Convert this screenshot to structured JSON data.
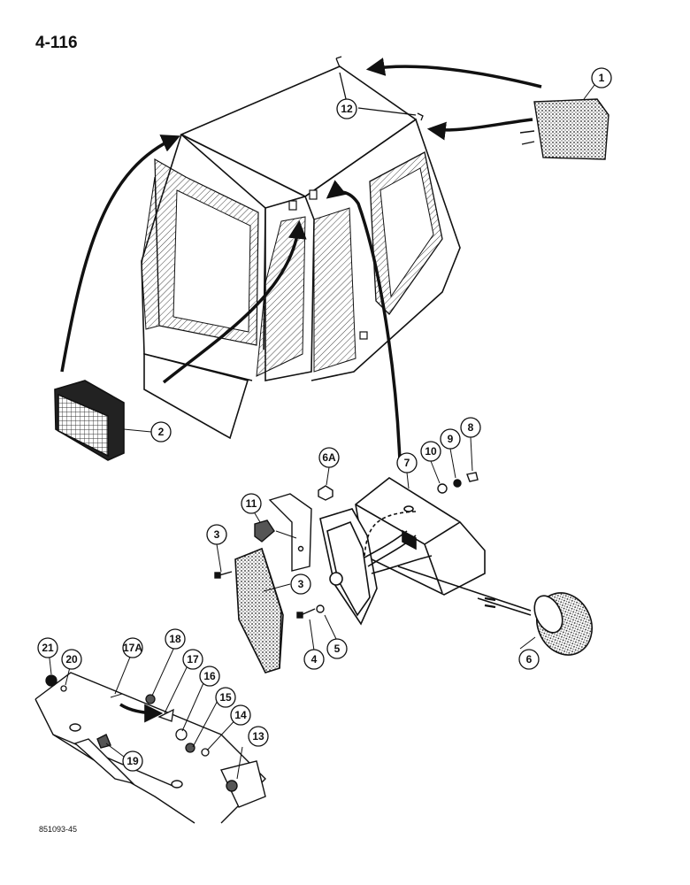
{
  "page": {
    "number": "4-116",
    "figure_code": "851093-45"
  },
  "callouts": [
    {
      "id": "callout-1",
      "label": "1"
    },
    {
      "id": "callout-2",
      "label": "2"
    },
    {
      "id": "callout-3a",
      "label": "3"
    },
    {
      "id": "callout-3b",
      "label": "3"
    },
    {
      "id": "callout-4",
      "label": "4"
    },
    {
      "id": "callout-5",
      "label": "5"
    },
    {
      "id": "callout-6",
      "label": "6"
    },
    {
      "id": "callout-6a",
      "label": "6A"
    },
    {
      "id": "callout-7",
      "label": "7"
    },
    {
      "id": "callout-8",
      "label": "8"
    },
    {
      "id": "callout-9",
      "label": "9"
    },
    {
      "id": "callout-10",
      "label": "10"
    },
    {
      "id": "callout-11",
      "label": "11"
    },
    {
      "id": "callout-12",
      "label": "12"
    },
    {
      "id": "callout-13",
      "label": "13"
    },
    {
      "id": "callout-14",
      "label": "14"
    },
    {
      "id": "callout-15",
      "label": "15"
    },
    {
      "id": "callout-16",
      "label": "16"
    },
    {
      "id": "callout-17",
      "label": "17"
    },
    {
      "id": "callout-17a",
      "label": "17A"
    },
    {
      "id": "callout-18",
      "label": "18"
    },
    {
      "id": "callout-19",
      "label": "19"
    },
    {
      "id": "callout-20",
      "label": "20"
    },
    {
      "id": "callout-21",
      "label": "21"
    }
  ]
}
